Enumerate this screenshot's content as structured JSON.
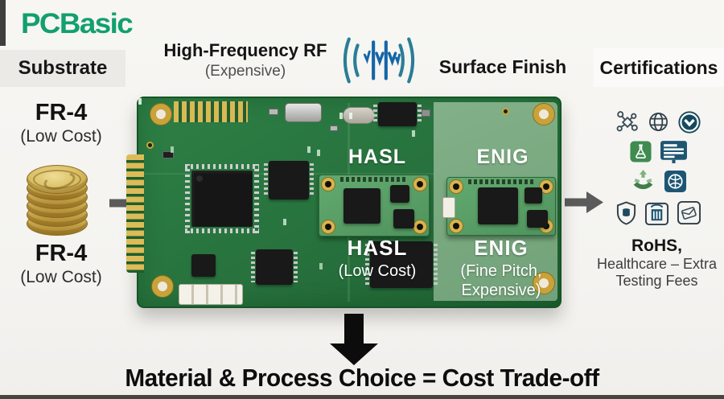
{
  "logo": {
    "text": "PCBasic"
  },
  "header": {
    "substrate": "Substrate",
    "hf_title": "High-Frequency RF",
    "hf_sub": "(Expensive)",
    "surface_finish": "Surface Finish",
    "certifications": "Certifications"
  },
  "left": {
    "fr4_top": {
      "title": "FR-4",
      "sub": "(Low Cost)"
    },
    "fr4_bottom": {
      "title": "FR-4",
      "sub": "(Low Cost)"
    },
    "coins_icon": "gold-coin-stack-icon"
  },
  "pcb": {
    "hasl_zone_label": "HASL",
    "enig_zone_label": "ENIG",
    "hasl_caption": {
      "title": "HASL",
      "sub": "(Low Cost)"
    },
    "enig_caption": {
      "title": "ENIG",
      "sub1": "(Fine Pitch,",
      "sub2": "Expensive)"
    }
  },
  "certifications": {
    "icons": [
      "network-icon",
      "globe-icon",
      "check-badge-icon",
      "lab-flask-icon",
      "certificate-icon",
      "eco-recycle-icon",
      "globe-grid-icon",
      "shield-icon",
      "waste-bin-icon",
      "mail-label-icon"
    ],
    "caption": {
      "line1": "RoHS,",
      "line2": "Healthcare – Extra",
      "line3": "Testing Fees"
    }
  },
  "flow": {
    "rf_icon": "rf-signal-icon",
    "left_arrow": "arrow-right-icon",
    "right_arrow": "arrow-right-icon",
    "down_arrow": "arrow-down-icon"
  },
  "footer": {
    "title": "Material & Process Choice = Cost Trade-off"
  },
  "colors": {
    "brand_green": "#12a06d",
    "board_green_dark": "#27713d",
    "board_green_light": "#7aa981",
    "gold": "#d8b44e",
    "icon_navy": "#1d5673",
    "icon_green": "#3f8b50",
    "arrow_gray": "#5b5b5b",
    "text_black": "#141414"
  }
}
